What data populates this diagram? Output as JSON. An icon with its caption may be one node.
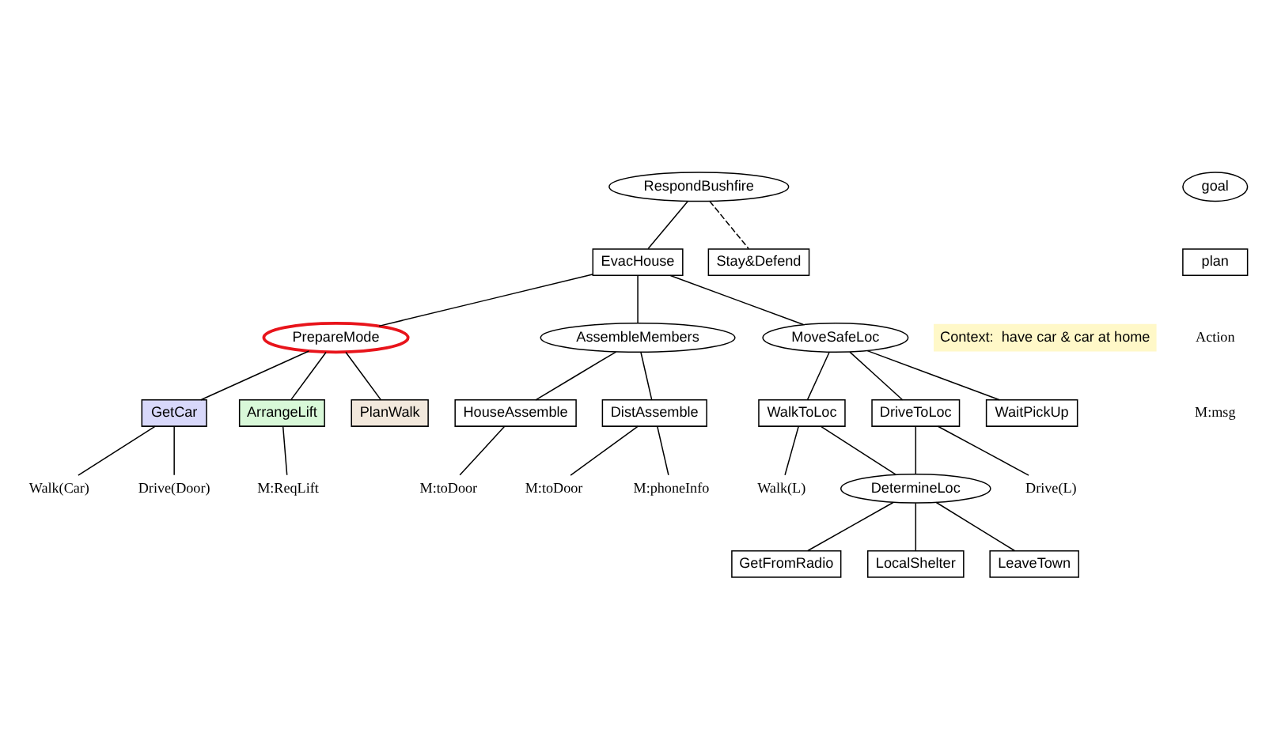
{
  "diagram": {
    "nodes": [
      {
        "text": [
          "RespondBushfire"
        ]
      },
      {
        "text": [
          "EvacHouse"
        ]
      },
      {
        "text": [
          "Stay&Defend"
        ]
      },
      {
        "text": [
          "PrepareMode"
        ]
      },
      {
        "text": [
          "AssembleMembers"
        ]
      },
      {
        "text": [
          "MoveSafeLoc"
        ]
      },
      {
        "text": [
          "Context:  have car & car at home"
        ]
      },
      {
        "text": [
          "GetCar"
        ]
      },
      {
        "text": [
          "ArrangeLift"
        ]
      },
      {
        "text": [
          "PlanWalk"
        ]
      },
      {
        "text": [
          "HouseAssemble"
        ]
      },
      {
        "text": [
          "DistAssemble"
        ]
      },
      {
        "text": [
          "WalkToLoc"
        ]
      },
      {
        "text": [
          "DriveToLoc"
        ]
      },
      {
        "text": [
          "WaitPickUp"
        ]
      },
      {
        "text": [
          "Walk(L)"
        ]
      },
      {
        "text": [
          "Drive(L)"
        ]
      },
      {
        "text": [
          "Walk(Car)"
        ]
      },
      {
        "text": [
          "Drive(Door)"
        ]
      },
      {
        "text": [
          "M:ReqLift"
        ]
      },
      {
        "text": [
          "M:toDoor"
        ]
      },
      {
        "text": [
          "M:toDoor"
        ]
      },
      {
        "text": [
          "M:phoneInfo"
        ]
      },
      {
        "text": [
          "DetermineLoc"
        ]
      },
      {
        "text": [
          "GetFromRadio"
        ]
      },
      {
        "text": [
          "LocalShelter"
        ]
      },
      {
        "text": [
          "LeaveTown"
        ]
      }
    ],
    "edges": [
      {
        "from": 0,
        "to": 1,
        "arrow": "none"
      },
      {
        "from": 0,
        "to": 2,
        "arrow": "none",
        "style": "dashed"
      },
      {
        "from": 1,
        "to": 3,
        "arrow": "none"
      },
      {
        "from": 1,
        "to": 4,
        "arrow": "none"
      },
      {
        "from": 1,
        "to": 5,
        "arrow": "none"
      },
      {
        "from": 3,
        "to": 7,
        "arrow": "none"
      },
      {
        "from": 3,
        "to": 8,
        "arrow": "none"
      },
      {
        "from": 3,
        "to": 9,
        "arrow": "none"
      },
      {
        "from": 4,
        "to": 10,
        "arrow": "none"
      },
      {
        "from": 4,
        "to": 11,
        "arrow": "none"
      },
      {
        "from": 5,
        "to": 12,
        "arrow": "none"
      },
      {
        "from": 5,
        "to": 13,
        "arrow": "none"
      },
      {
        "from": 5,
        "to": 14,
        "arrow": "none"
      },
      {
        "from": 12,
        "to": 15,
        "arrow": "none"
      },
      {
        "from": 13,
        "to": 16,
        "arrow": "none"
      },
      {
        "from": 7,
        "to": 17,
        "arrow": "none"
      },
      {
        "from": 7,
        "to": 18,
        "arrow": "none"
      },
      {
        "from": 8,
        "to": 19,
        "arrow": "none"
      },
      {
        "from": 10,
        "to": 20,
        "arrow": "none"
      },
      {
        "from": 11,
        "to": 21,
        "arrow": "none"
      },
      {
        "from": 11,
        "to": 22,
        "arrow": "none"
      },
      {
        "from": 12,
        "to": 23,
        "arrow": "none"
      },
      {
        "from": 13,
        "to": 23,
        "arrow": "none"
      },
      {
        "from": 23,
        "to": 24,
        "arrow": "none"
      },
      {
        "from": 23,
        "to": 25,
        "arrow": "none"
      },
      {
        "from": 23,
        "to": 26,
        "arrow": "none"
      }
    ],
    "legend": [
      {
        "text": "goal"
      },
      {
        "text": "plan"
      },
      {
        "text": "Action"
      },
      {
        "text": "M:msg"
      }
    ]
  }
}
